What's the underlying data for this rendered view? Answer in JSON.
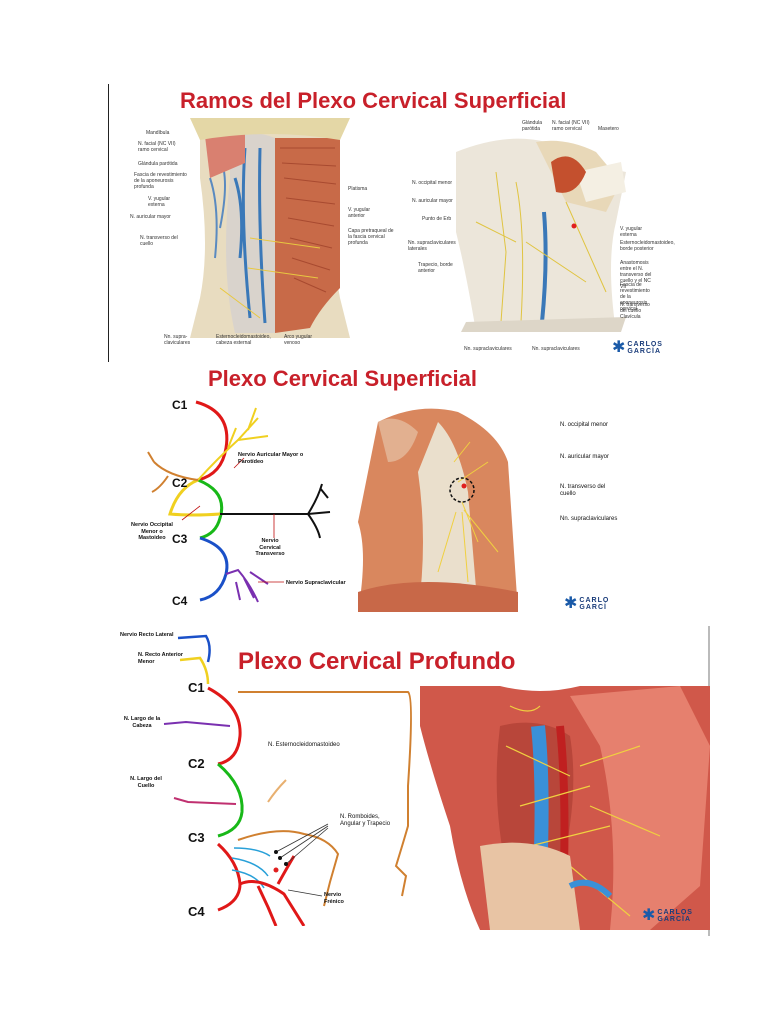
{
  "panel1": {
    "title": "Ramos del Plexo Cervical Superficial",
    "left_labels": [
      "Mandíbula",
      "N. facial (NC VII) ramo cervical",
      "Glándula parótida",
      "Fascia de revestimiento de la aponeurosis profunda",
      "V. yugular externa",
      "N. auricular mayor",
      "N. transverso del cuello"
    ],
    "left_right_labels": [
      "Platisma",
      "V. yugular anterior",
      "Capa pretraqueal de la fascia cervical profunda"
    ],
    "left_bottom_labels": [
      "Nn. supra-claviculares",
      "Esternocleidomastoideo, cabeza esternal",
      "Arco yugular venoso"
    ],
    "right_top_labels": [
      "Glándula parótida",
      "N. facial (NC VII) ramo cervical",
      "Masetero"
    ],
    "right_left_labels": [
      "N. occipital menor",
      "N. auricular mayor",
      "Punto de Erb",
      "Nn. supraclaviculares laterales",
      "Trapecio, borde anterior"
    ],
    "right_right_labels": [
      "V. yugular externa",
      "Esternocleidomastoideo, borde posterior",
      "Anastomosis entre el N. transverso del cuello y el NC VII",
      "Fascia de revestimiento de la aponeurosis cervical",
      "N. transverso del cuello",
      "Clavícula"
    ],
    "right_bottom_labels": [
      "Nn. supraclaviculares",
      "Nn. supraclaviculares"
    ],
    "logo": [
      "CARLOS",
      "GARCÍA"
    ]
  },
  "panel2": {
    "title": "Plexo Cervical Superficial",
    "levels": [
      "C1",
      "C2",
      "C3",
      "C4"
    ],
    "nerve_labels": {
      "auricular": "Nervio Auricular Mayor o Parotídeo",
      "occipital": "Nervio Occipital Menor o Mastoideo",
      "transverso": "Nervio Cervical Transverso",
      "supraclav": "Nervio Supraclavicular"
    },
    "figure_labels": [
      "N. occipital menor",
      "N. auricular mayor",
      "N. transverso del cuello",
      "Nn. supraclaviculares"
    ],
    "logo": [
      "CARLO",
      "GARCÍ"
    ]
  },
  "panel3": {
    "title": "Plexo Cervical Profundo",
    "levels": [
      "C1",
      "C2",
      "C3",
      "C4"
    ],
    "left_labels": [
      "Nervio Recto Lateral",
      "N. Recto Anterior Menor",
      "N. Largo de la Cabeza",
      "N. Largo del Cuello"
    ],
    "esterno": "N. Esternocleidomastoideo",
    "romboides": "N. Romboides, Angular y Trapecio",
    "frenico": "Nervio Frénico",
    "logo": [
      "CARLOS",
      "GARCÍA"
    ]
  },
  "colors": {
    "title_red": "#c8202a",
    "nerve_red": "#e01818",
    "nerve_green": "#18b818",
    "nerve_blue": "#1a50c8",
    "nerve_yellow": "#f0d020",
    "nerve_orange": "#d08030",
    "nerve_purple": "#7a30b0",
    "logo_blue": "#1a5aa8"
  }
}
